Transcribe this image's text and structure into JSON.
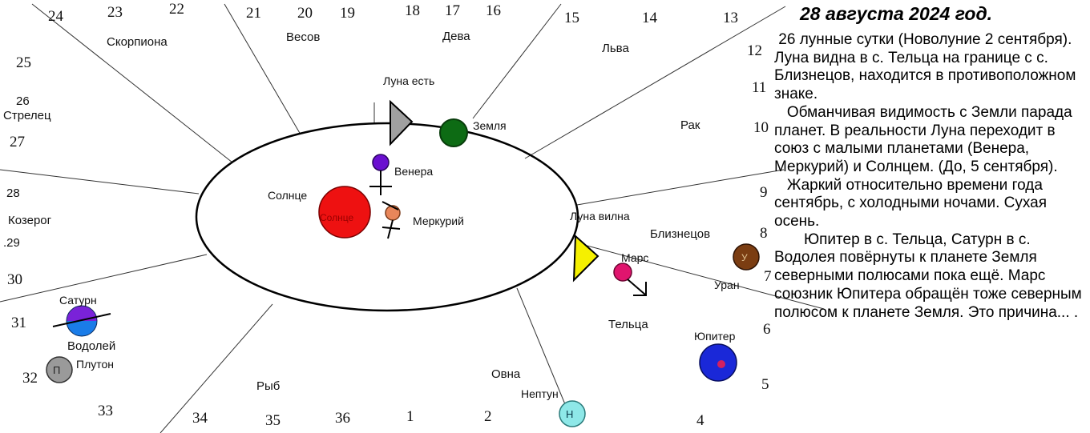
{
  "title": "28 августа 2024 год.",
  "paragraphs": [
    " 26 лунные сутки (Новолуние 2 сентября). Луна видна в с. Тельца на границе с с. Близнецов, находится в противоположном знаке.",
    "   Обманчивая видимость с Земли парада планет. В реальности Луна переходит в союз с малыми планетами (Венера, Меркурий) и Солнцем. (До, 5 сентября).",
    "   Жаркий относительно времени года сентябрь, с холодными ночами. Сухая осень.",
    "       Юпитер в с. Тельца, Сатурн в с. Водолея повёрнуты к планете Земля северными полюсами пока ещё. Марс союзник Юпитера обращён тоже северным полюсом к планете Земля. Это причина... ."
  ],
  "numbers": {
    "n1": "1",
    "n2": "2",
    "n4": "4",
    "n5": "5",
    "n6": "6",
    "n7": "7",
    "n8": "8",
    "n9": "9",
    "n10": "10",
    "n11": "11",
    "n12": "12",
    "n13": "13",
    "n14": "14",
    "n15": "15",
    "n16": "16",
    "n17": "17",
    "n18": "18",
    "n19": "19",
    "n20": "20",
    "n21": "21",
    "n22": "22",
    "n23": "23",
    "n24": "24",
    "n25": "25",
    "n26": "26",
    "n27": "27",
    "n28": "28",
    "n29": ".29",
    "n30": "30",
    "n31": "31",
    "n32": "32",
    "n33": "33",
    "n34": "34",
    "n35": "35",
    "n36": "36"
  },
  "signs": {
    "scorpio": "Скорпиона",
    "libra": "Весов",
    "virgo": "Дева",
    "leo": "Льва",
    "cancer": "Рак",
    "gemini": "Близнецов",
    "taurus": "Тельца",
    "aries": "Овна",
    "pisces": "Рыб",
    "aquarius": "Водолей",
    "capricorn": "Козерог",
    "sagittarius": "Стрелец"
  },
  "bodies": {
    "moon_real": "Луна есть",
    "moon_visible": "Луна вилна",
    "earth": "Земля",
    "venus": "Венера",
    "sun": "Солнце",
    "sun_inner": "Солнце",
    "mercury": "Меркурий",
    "mars": "Марс",
    "uranus": "Уран",
    "uranus_mark": "У",
    "jupiter": "Юпитер",
    "neptune": "Нептун",
    "neptune_mark": "Н",
    "saturn": "Сатурн",
    "pluto": "Плутон",
    "pluto_mark": "П"
  },
  "colors": {
    "earth": "#0d6b14",
    "sun": "#ee1111",
    "venus": "#6a0fd0",
    "mercury": "#e8865a",
    "mars": "#e0156e",
    "moon_real": "#a0a0a0",
    "moon_visible": "#f5f000",
    "uranus": "#7b3d12",
    "jupiter": "#1a28d8",
    "neptune": "#8ee8e8",
    "saturn": "#7a22d8",
    "saturn_lower": "#1a7ce8",
    "pluto": "#9a9a9a"
  }
}
